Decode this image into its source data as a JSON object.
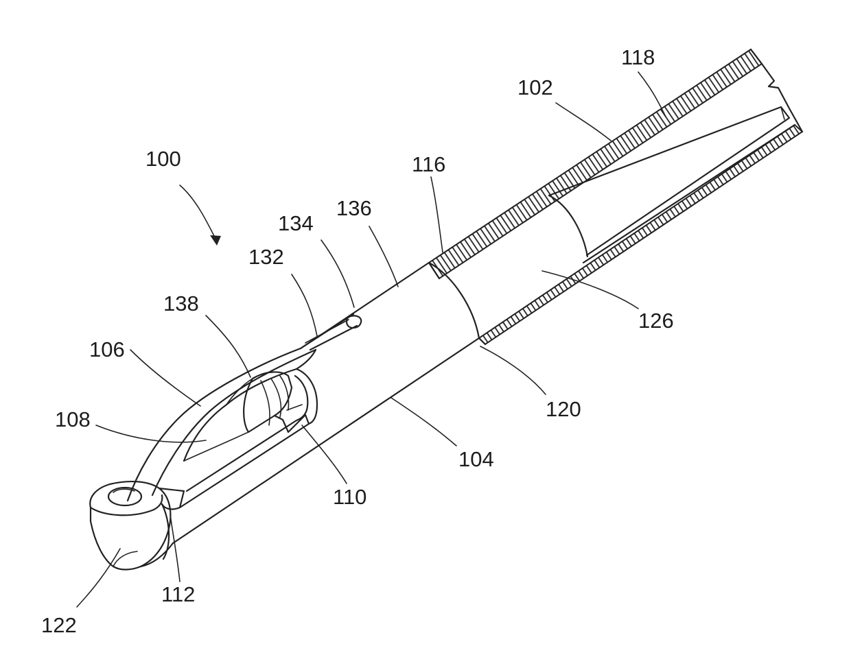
{
  "figure": {
    "labels": {
      "l100": "100",
      "l102": "102",
      "l104": "104",
      "l106": "106",
      "l108": "108",
      "l110": "110",
      "l112": "112",
      "l116": "116",
      "l118": "118",
      "l120": "120",
      "l122": "122",
      "l126": "126",
      "l132": "132",
      "l134": "134",
      "l136": "136",
      "l138": "138"
    }
  }
}
